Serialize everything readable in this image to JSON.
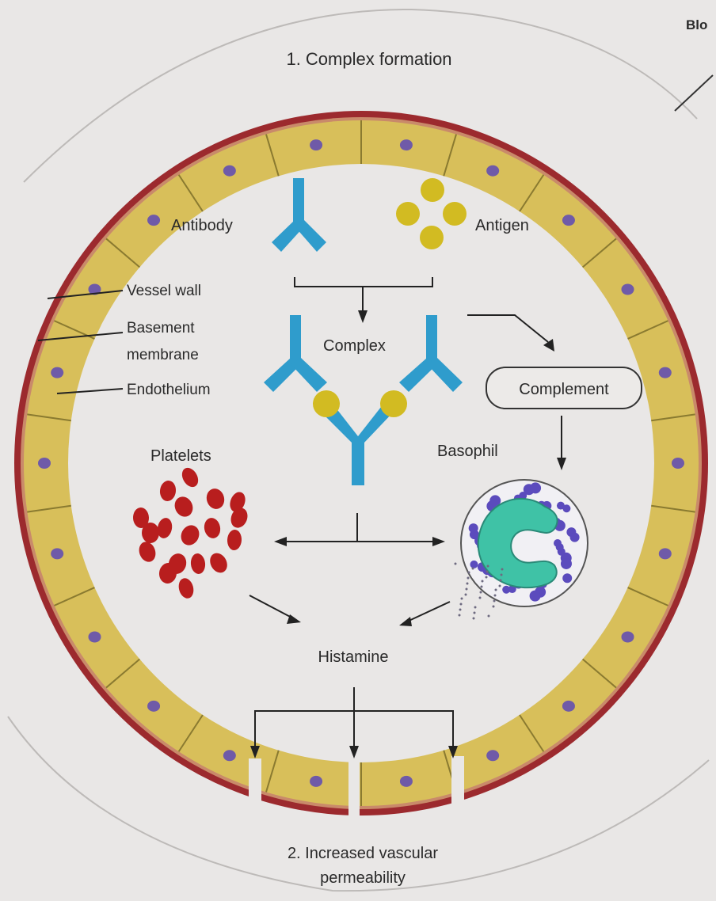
{
  "title_top": "1. Complex formation",
  "title_bottom_line1": "2. Increased vascular",
  "title_bottom_line2": "permeability",
  "corner_label": "Blo",
  "labels": {
    "antibody": "Antibody",
    "antigen": "Antigen",
    "vessel_wall": "Vessel wall",
    "basement_line1": "Basement",
    "basement_line2": "membrane",
    "endothelium": "Endothelium",
    "complex": "Complex",
    "complement": "Complement",
    "platelets": "Platelets",
    "basophil": "Basophil",
    "histamine": "Histamine"
  },
  "colors": {
    "background": "#e9e7e6",
    "vessel_wall": "#9c2a2e",
    "endothelium": "#d8bf5a",
    "nucleus": "#6f5aa8",
    "antibody": "#2f9ccc",
    "antigen": "#d2bb22",
    "platelet": "#b81e1e",
    "basophil_nucleus": "#3fc2a6",
    "granule": "#5b4bbd"
  }
}
